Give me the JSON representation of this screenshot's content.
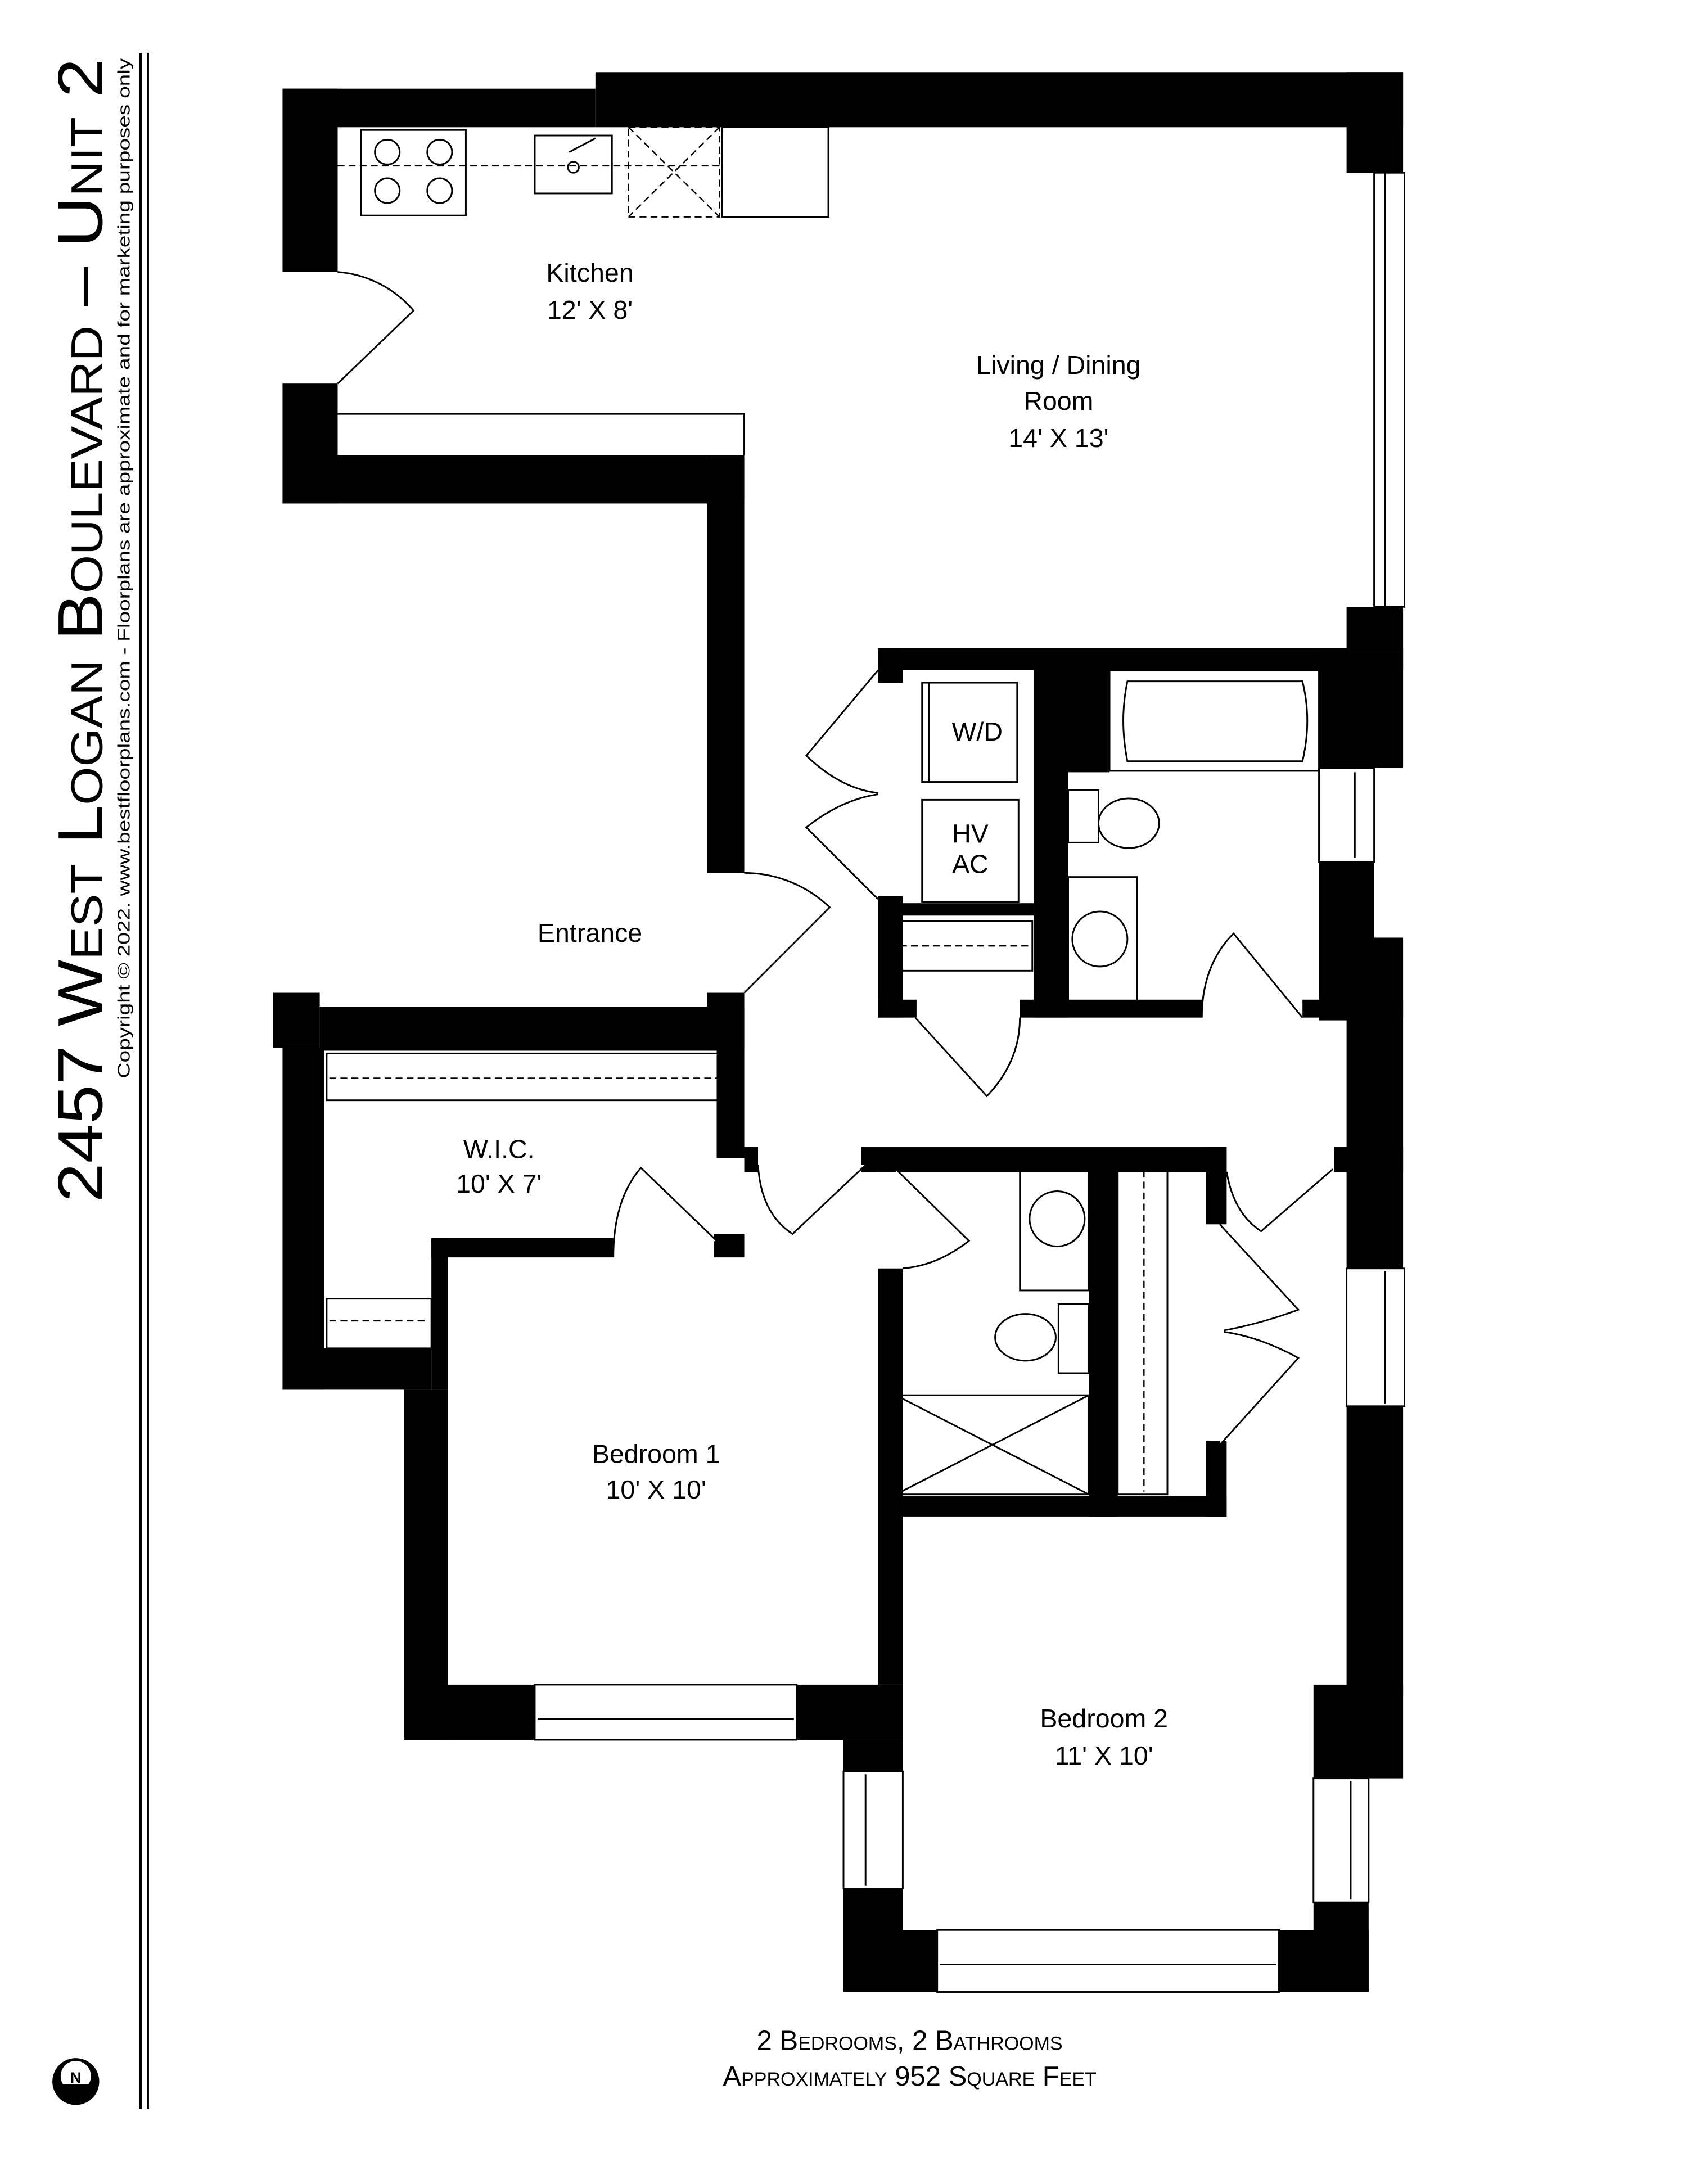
{
  "title": "2457 West Logan Boulevard – Unit 2",
  "copyright": "Copyright © 2022. www.bestfloorplans.com - Floorplans are approximate and for marketing purposes only",
  "rooms": {
    "kitchen": {
      "name": "Kitchen",
      "size": "12' X 8'"
    },
    "living": {
      "name_line1": "Living / Dining",
      "name_line2": "Room",
      "size": "14' X 13'"
    },
    "laundry": {
      "label": "W/D"
    },
    "hvac": {
      "line1": "HV",
      "line2": "AC"
    },
    "entrance": {
      "name": "Entrance"
    },
    "wic": {
      "name": "W.I.C.",
      "size": "10' X 7'"
    },
    "bedroom1": {
      "name": "Bedroom 1",
      "size": "10' X 10'"
    },
    "bedroom2": {
      "name": "Bedroom 2",
      "size": "11' X 10'"
    }
  },
  "summary": {
    "line1": "2 Bedrooms, 2 Bathrooms",
    "line2": "Approximately 952 Square Feet"
  },
  "compass": {
    "label": "N",
    "icon": "north-arrow-icon"
  },
  "colors": {
    "wall": "#000000",
    "background": "#ffffff"
  }
}
